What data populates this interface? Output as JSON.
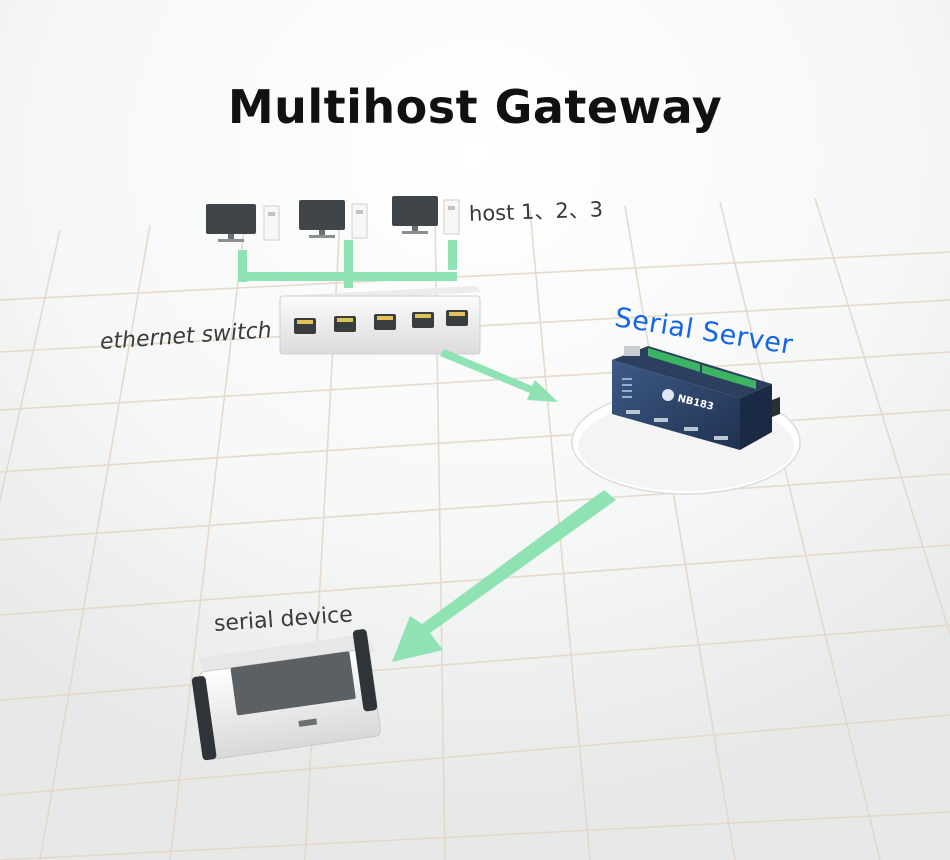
{
  "title": "Multihost Gateway",
  "labels": {
    "hosts": "host 1、2、3",
    "switch": "ethernet switch",
    "server": "Serial Server",
    "device": "serial device"
  },
  "server_model": "NB183",
  "colors": {
    "link_green": "#8fe3b2",
    "server_label_blue": "#1565e6",
    "title": "#111111",
    "grid_line": "#e3d6c4"
  }
}
